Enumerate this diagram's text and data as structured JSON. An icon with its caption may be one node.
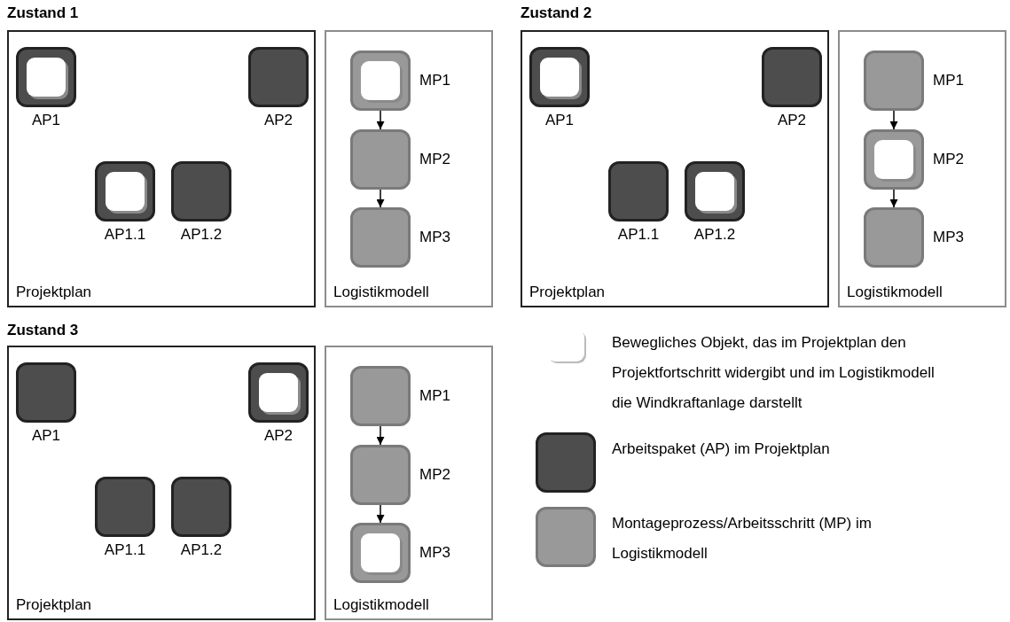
{
  "diagram": {
    "nodes": [
      {
        "text": [
          "Projektplan"
        ]
      },
      {
        "text": [
          "AP1"
        ],
        "in": 0
      },
      {
        "text": [],
        "shape": "box",
        "in": 1
      },
      {
        "text": [
          "AP2"
        ],
        "in": 0
      },
      {
        "text": [
          "AP1.1"
        ],
        "in": 0
      },
      {
        "text": [],
        "shape": "box",
        "in": 4
      },
      {
        "text": [
          "AP1.2"
        ],
        "in": 0
      },
      {
        "text": [
          "Logistikmodell"
        ]
      },
      {
        "text": [
          "MP1"
        ],
        "in": 7
      },
      {
        "text": [],
        "shape": "box",
        "in": 8
      },
      {
        "text": [
          "MP2"
        ],
        "in": 7
      },
      {
        "text": [
          "MP3"
        ],
        "in": 7
      },
      {
        "text": [
          "Projektplan"
        ]
      },
      {
        "text": [
          "AP1"
        ],
        "in": 12
      },
      {
        "text": [],
        "shape": "box",
        "in": 13
      },
      {
        "text": [
          "AP2"
        ],
        "in": 12
      },
      {
        "text": [
          "AP1.1"
        ],
        "in": 12
      },
      {
        "text": [
          "AP1.2"
        ],
        "in": 12
      },
      {
        "text": [],
        "shape": "box",
        "in": 17
      },
      {
        "text": [
          "Logistikmodell"
        ]
      },
      {
        "text": [
          "MP1"
        ],
        "in": 19
      },
      {
        "text": [
          "MP2"
        ],
        "in": 19
      },
      {
        "text": [],
        "shape": "box",
        "in": 21
      },
      {
        "text": [
          "MP3"
        ],
        "in": 19
      },
      {
        "text": [
          "Projektplan"
        ]
      },
      {
        "text": [
          "AP1"
        ],
        "in": 24
      },
      {
        "text": [
          "AP2"
        ],
        "in": 24
      },
      {
        "text": [],
        "shape": "box",
        "in": 26
      },
      {
        "text": [
          "AP1.1"
        ],
        "in": 24
      },
      {
        "text": [
          "AP1.2"
        ],
        "in": 24
      },
      {
        "text": [
          "Logistikmodell"
        ]
      },
      {
        "text": [
          "MP1"
        ],
        "in": 30
      },
      {
        "text": [
          "MP2"
        ],
        "in": 30
      },
      {
        "text": [
          "MP3"
        ],
        "in": 30
      },
      {
        "text": [],
        "shape": "box",
        "in": 33
      }
    ],
    "edges": [
      {
        "from": 8,
        "to": 10,
        "arrow": "to"
      },
      {
        "from": 10,
        "to": 11,
        "arrow": "to"
      },
      {
        "from": 20,
        "to": 21,
        "arrow": "to"
      },
      {
        "from": 21,
        "to": 23,
        "arrow": "to"
      },
      {
        "from": 31,
        "to": 32,
        "arrow": "to"
      },
      {
        "from": 32,
        "to": 33,
        "arrow": "to"
      }
    ],
    "labels": [
      "Zustand 1",
      "Zustand 2",
      "Zustand 3"
    ],
    "legend": [
      {
        "text": "Bewegliches Objekt, das im Projektplan den Projektfortschritt widergibt und im Logistikmodell die Windkraftanlage darstellt"
      },
      {
        "text": "Arbeitspaket (AP) im Projektplan",
        "color": "#4d4d4d"
      },
      {
        "text": "Montageprozess/Arbeitsschritt (MP) im Logistikmodell",
        "color": "#999999"
      }
    ]
  }
}
